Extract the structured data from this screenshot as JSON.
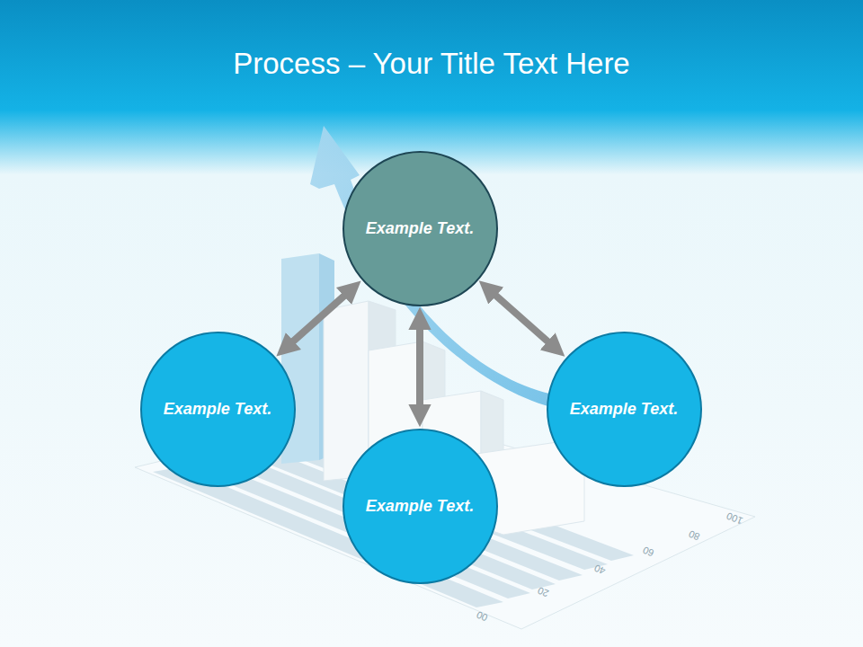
{
  "diagram": {
    "title": "Process – Your Title Text Here",
    "nodes": [
      {
        "text": [
          "Example Text."
        ]
      },
      {
        "text": [
          "Example Text."
        ]
      },
      {
        "text": [
          "Example Text."
        ]
      },
      {
        "text": [
          "Example Text."
        ]
      }
    ],
    "edges": [
      {
        "from": 0,
        "to": 1,
        "arrow": "both"
      },
      {
        "from": 0,
        "to": 3,
        "arrow": "both"
      },
      {
        "from": 0,
        "to": 2,
        "arrow": "both"
      }
    ],
    "labels": [
      "00",
      "20",
      "40",
      "60",
      "80",
      "100"
    ]
  }
}
